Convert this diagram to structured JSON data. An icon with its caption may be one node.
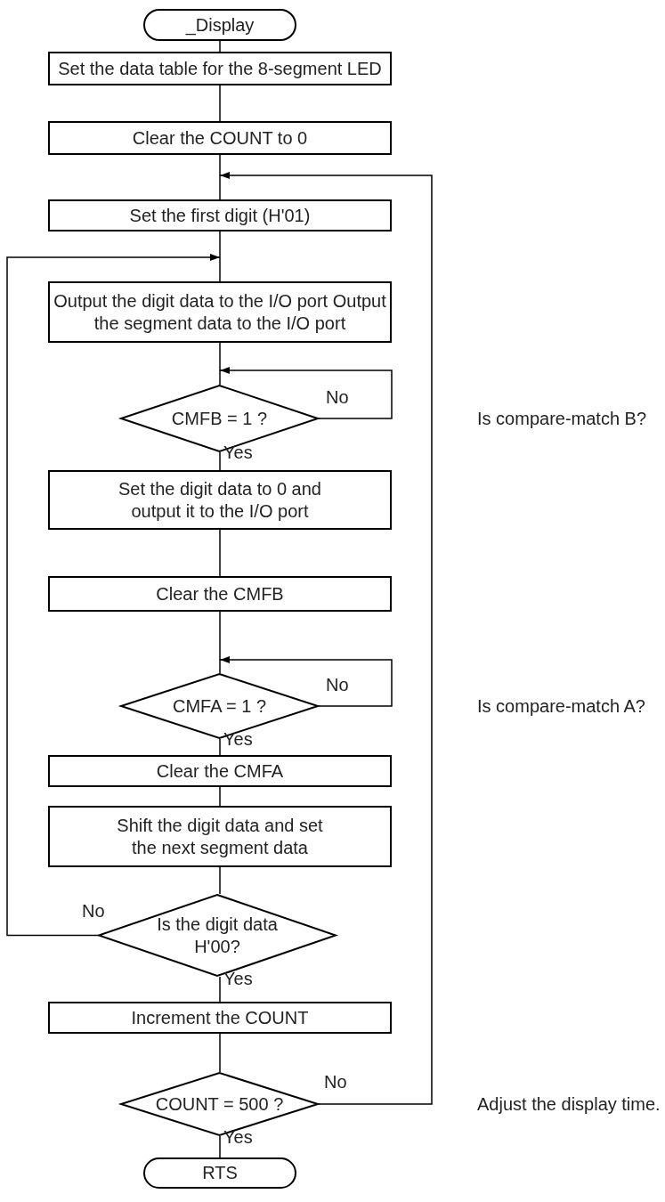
{
  "diagram": {
    "nodes": [
      {
        "text": [
          "_Display"
        ]
      },
      {
        "text": [
          "Set the data table for the 8-segment LED"
        ]
      },
      {
        "text": [
          "Clear the COUNT to 0"
        ]
      },
      {
        "text": [
          "Set the first digit (H'01)"
        ]
      },
      {
        "text": [
          "Output the digit data to the I/O port Output the segment data to the I/O port"
        ]
      },
      {
        "text": [
          "CMFB = 1 ?"
        ]
      },
      {
        "text": [
          "Set the digit data to 0 and output it to the I/O port"
        ]
      },
      {
        "text": [
          "Clear the CMFB"
        ]
      },
      {
        "text": [
          "CMFA = 1 ?"
        ]
      },
      {
        "text": [
          "Clear the CMFA"
        ]
      },
      {
        "text": [
          "Shift the digit data and set the next segment data"
        ]
      },
      {
        "text": [
          "Is the digit data H'00?"
        ]
      },
      {
        "text": [
          "Increment the COUNT"
        ]
      },
      {
        "text": [
          "COUNT = 500 ?"
        ]
      },
      {
        "text": [
          "RTS"
        ]
      }
    ],
    "edges": [
      {
        "from": 0,
        "to": 1,
        "arrow": "none"
      },
      {
        "from": 1,
        "to": 2,
        "arrow": "none"
      },
      {
        "from": 2,
        "to": 3,
        "arrow": "none"
      },
      {
        "from": 3,
        "to": 4,
        "arrow": "none"
      },
      {
        "from": 4,
        "to": 5,
        "arrow": "none"
      },
      {
        "from": 5,
        "to": null,
        "arrow": "to",
        "label": "No"
      },
      {
        "from": 5,
        "to": 6,
        "arrow": "none",
        "label": "Yes"
      },
      {
        "from": 6,
        "to": 7,
        "arrow": "none"
      },
      {
        "from": 7,
        "to": 8,
        "arrow": "none"
      },
      {
        "from": 8,
        "to": null,
        "arrow": "to",
        "label": "No"
      },
      {
        "from": 8,
        "to": 9,
        "arrow": "none",
        "label": "Yes"
      },
      {
        "from": 9,
        "to": 10,
        "arrow": "none"
      },
      {
        "from": 10,
        "to": 11,
        "arrow": "none"
      },
      {
        "from": 11,
        "to": null,
        "arrow": "to",
        "label": "No"
      },
      {
        "from": 11,
        "to": 12,
        "arrow": "none",
        "label": "Yes"
      },
      {
        "from": 12,
        "to": 13,
        "arrow": "none"
      },
      {
        "from": 13,
        "to": null,
        "arrow": "to",
        "label": "No"
      },
      {
        "from": 13,
        "to": 14,
        "arrow": "none",
        "label": "Yes"
      }
    ],
    "labels": [
      "Is compare-match B?",
      "Is compare-match A?",
      "Adjust the display time."
    ]
  }
}
